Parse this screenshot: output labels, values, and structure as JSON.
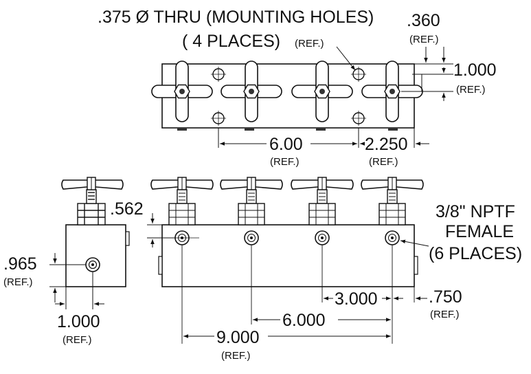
{
  "labels": {
    "mounting_holes": ".375 Ø THRU (MOUNTING HOLES)",
    "four_places": "( 4 PLACES)",
    "ref_holes": "(REF.)",
    "dim_360": ".360",
    "ref_360": "(REF.)",
    "dim_1000_top": "1.000",
    "ref_1000_top": "(REF.)",
    "dim_600": "6.00",
    "ref_600": "(REF.)",
    "dim_2250": "2.250",
    "ref_2250": "(REF.)",
    "dim_562": ".562",
    "nptf_1": "3/8\" NPTF",
    "nptf_2": "FEMALE",
    "nptf_3": "(6 PLACES)",
    "dim_965": ".965",
    "ref_965": "(REF.)",
    "dim_1000_side": "1.000",
    "ref_1000_side": "(REF.)",
    "dim_3000": "3.000",
    "dim_750": ".750",
    "ref_750": "(REF.)",
    "dim_6000": "6.000",
    "dim_9000": "9.000",
    "ref_9000": "(REF.)"
  },
  "colors": {
    "ink": "#111111",
    "fill": "#ffffff"
  },
  "views": [
    "top-view",
    "front-view",
    "side-view"
  ]
}
